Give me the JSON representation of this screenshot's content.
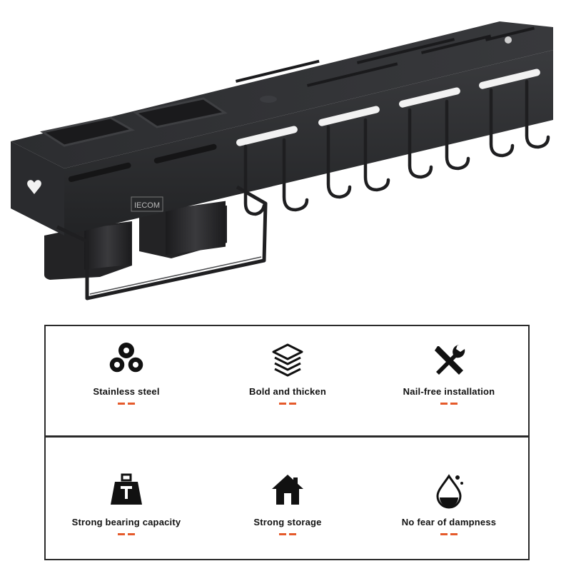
{
  "product": {
    "brand_text": "IECOM",
    "colors": {
      "body": "#2b2c2e",
      "hook": "#232325",
      "accent": "#e55a2b"
    }
  },
  "features": [
    {
      "label": "Stainless steel",
      "icon": "rolls-icon"
    },
    {
      "label": "Bold and thicken",
      "icon": "layers-icon"
    },
    {
      "label": "Nail-free installation",
      "icon": "tools-icon"
    },
    {
      "label": "Strong bearing capacity",
      "icon": "weight-icon"
    },
    {
      "label": "Strong storage",
      "icon": "house-icon"
    },
    {
      "label": "No fear of dampness",
      "icon": "water-drop-icon"
    }
  ]
}
